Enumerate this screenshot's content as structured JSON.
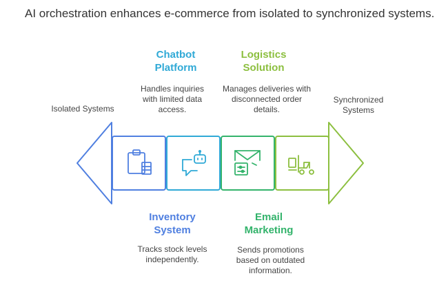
{
  "title": "AI orchestration enhances e-commerce from isolated to synchronized systems.",
  "left_end": "Isolated Systems",
  "right_end": "Synchronized Systems",
  "colors": {
    "blue": "#4f7fe0",
    "cyan": "#2fa9d6",
    "green": "#33b36b",
    "lime": "#8cbf3f"
  },
  "stages": [
    {
      "heading": "Inventory System",
      "description": "Tracks stock levels independently.",
      "icon": "clipboard-inventory-icon",
      "color": "#4f7fe0"
    },
    {
      "heading": "Chatbot Platform",
      "description": "Handles inquiries with limited data access.",
      "icon": "chatbot-icon",
      "color": "#2fa9d6"
    },
    {
      "heading": "Email Marketing",
      "description": "Sends promotions based on outdated information.",
      "icon": "email-icon",
      "color": "#33b36b"
    },
    {
      "heading": "Logistics Solution",
      "description": "Manages deliveries with disconnected order details.",
      "icon": "forklift-icon",
      "color": "#8cbf3f"
    }
  ]
}
